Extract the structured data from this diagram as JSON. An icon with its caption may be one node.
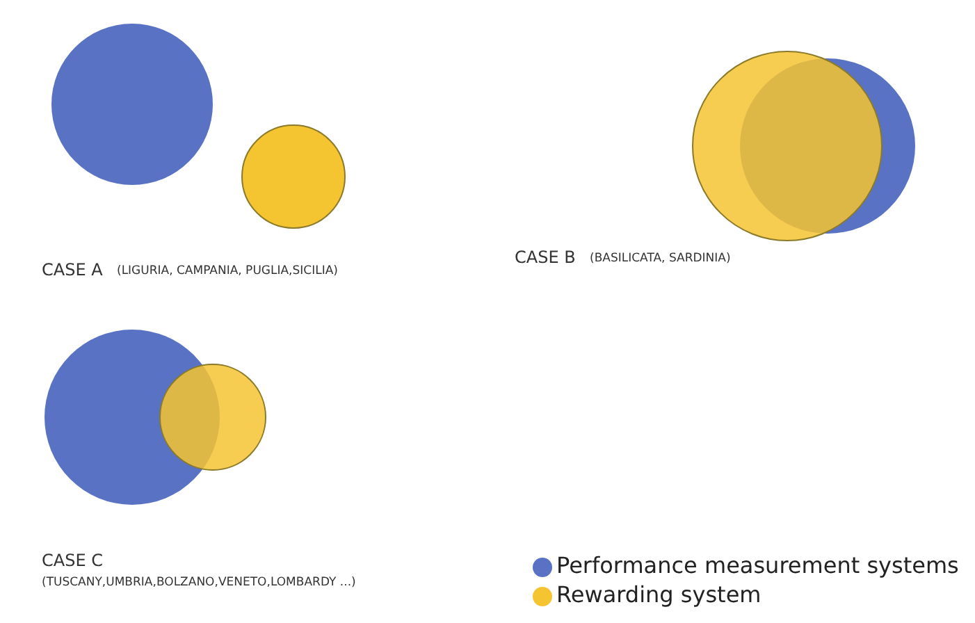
{
  "diagram": {
    "labels": [
      "CASE A",
      "(LIGURIA, CAMPANIA, PUGLIA,SICILIA)",
      "CASE B",
      "(BASILICATA, SARDINIA)",
      "CASE C",
      "(TUSCANY,UMBRIA,BOLZANO,VENETO,LOMBARDY ...)"
    ],
    "legend": [
      {
        "text": "Performance measurement systems",
        "color": "#5a72c4"
      },
      {
        "text": "Rewarding system",
        "color": "#f5c431"
      }
    ]
  }
}
